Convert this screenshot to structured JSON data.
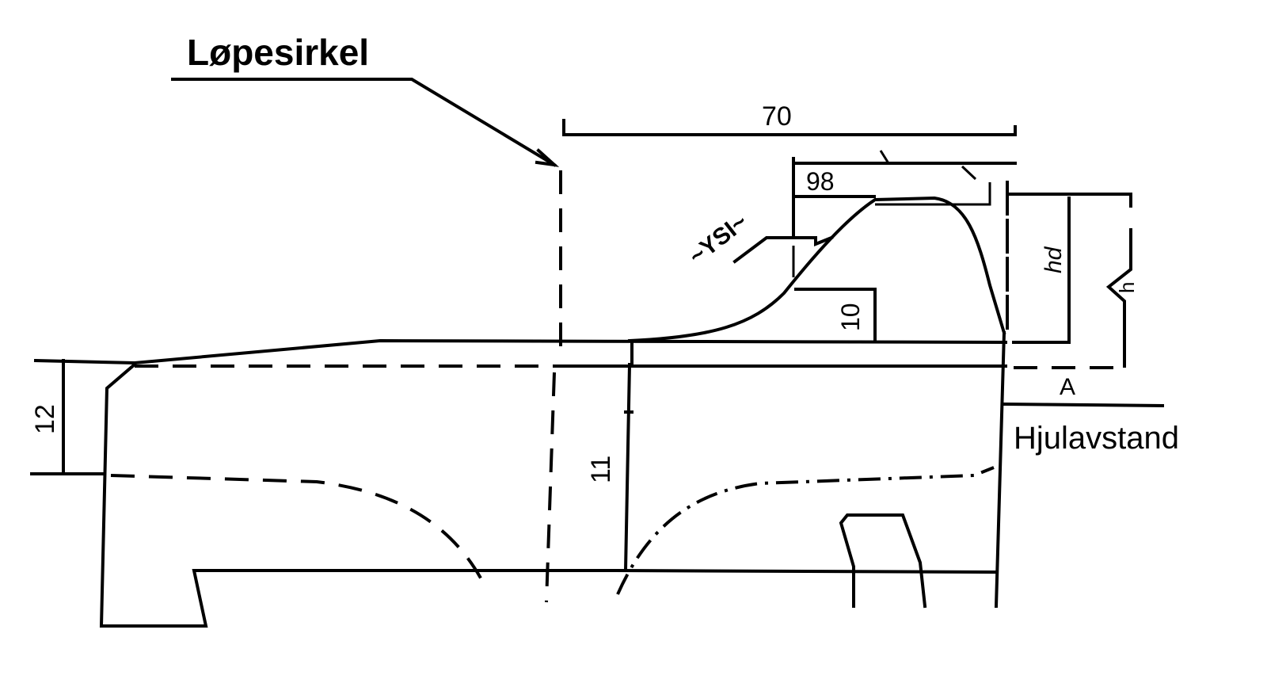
{
  "title": "Løpesirkel",
  "dimensions": {
    "d70": "70",
    "d98": "98",
    "ysi": "~YSI~",
    "d10": "10",
    "hd": "hd",
    "d12": "12",
    "d11": "11",
    "a": "A",
    "h": "h"
  },
  "wheel_distance_label": "Hjulavstand"
}
